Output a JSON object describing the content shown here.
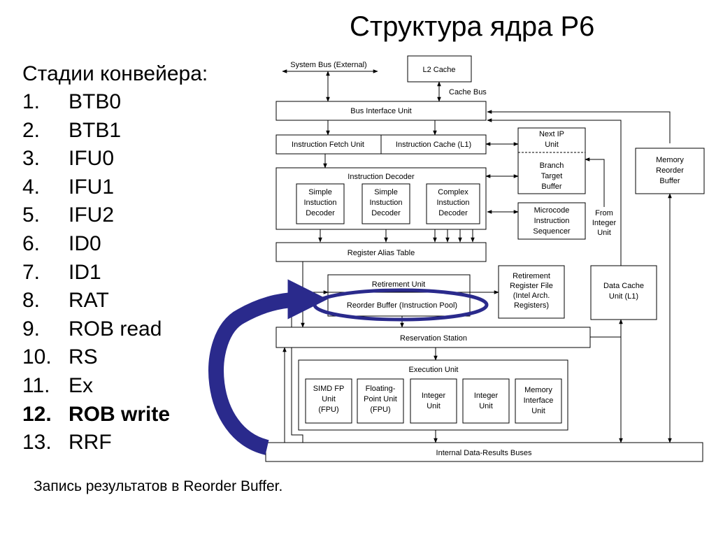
{
  "title": "Структура ядра P6",
  "stages_heading": "Стадии конвейера:",
  "stages": [
    {
      "num": "1.",
      "label": "BTB0"
    },
    {
      "num": "2.",
      "label": "BTB1"
    },
    {
      "num": "3.",
      "label": "IFU0"
    },
    {
      "num": "4.",
      "label": "IFU1"
    },
    {
      "num": "5.",
      "label": "IFU2"
    },
    {
      "num": "6.",
      "label": "ID0"
    },
    {
      "num": "7.",
      "label": "ID1"
    },
    {
      "num": "8.",
      "label": "RAT"
    },
    {
      "num": "9.",
      "label": "ROB read"
    },
    {
      "num": "10.",
      "label": "RS"
    },
    {
      "num": "11.",
      "label": "Ex"
    },
    {
      "num": "12.",
      "label": "ROB write"
    },
    {
      "num": "13.",
      "label": "RRF"
    }
  ],
  "active_stage": "12.",
  "caption": "Запись результатов в Reorder Buffer.",
  "colors": {
    "highlight": "#2a2a8c",
    "line": "#000000"
  },
  "diagram": {
    "system_bus": "System Bus (External)",
    "l2_cache": "L2 Cache",
    "cache_bus": "Cache Bus",
    "bus_interface_unit": "Bus Interface Unit",
    "instruction_fetch_unit": "Instruction Fetch Unit",
    "instruction_cache": "Instruction Cache (L1)",
    "next_ip_unit": [
      "Next IP",
      "Unit"
    ],
    "branch_target_buffer": [
      "Branch",
      "Target",
      "Buffer"
    ],
    "memory_reorder_buffer": [
      "Memory",
      "Reorder",
      "Buffer"
    ],
    "instruction_decoder": "Instruction Decoder",
    "simple_decoder_1": [
      "Simple",
      "Instuction",
      "Decoder"
    ],
    "simple_decoder_2": [
      "Simple",
      "Instuction",
      "Decoder"
    ],
    "complex_decoder": [
      "Complex",
      "Instuction",
      "Decoder"
    ],
    "microcode_sequencer": [
      "Microcode",
      "Instruction",
      "Sequencer"
    ],
    "from_integer_unit": [
      "From",
      "Integer",
      "Unit"
    ],
    "register_alias_table": "Register Alias Table",
    "retirement_unit": "Retirement Unit",
    "reorder_buffer": "Reorder Buffer (Instruction Pool)",
    "retirement_register_file": [
      "Retirement",
      "Register File",
      "(Intel Arch.",
      "Registers)"
    ],
    "data_cache_unit": [
      "Data Cache",
      "Unit (L1)"
    ],
    "reservation_station": "Reservation Station",
    "execution_unit": "Execution Unit",
    "simd_fp_unit": [
      "SIMD FP",
      "Unit",
      "(FPU)"
    ],
    "floating_point_unit": [
      "Floating-",
      "Point Unit",
      "(FPU)"
    ],
    "integer_unit_1": [
      "Integer",
      "Unit"
    ],
    "integer_unit_2": [
      "Integer",
      "Unit"
    ],
    "memory_interface_unit": [
      "Memory",
      "Interface",
      "Unit"
    ],
    "internal_buses": "Internal Data-Results Buses"
  }
}
